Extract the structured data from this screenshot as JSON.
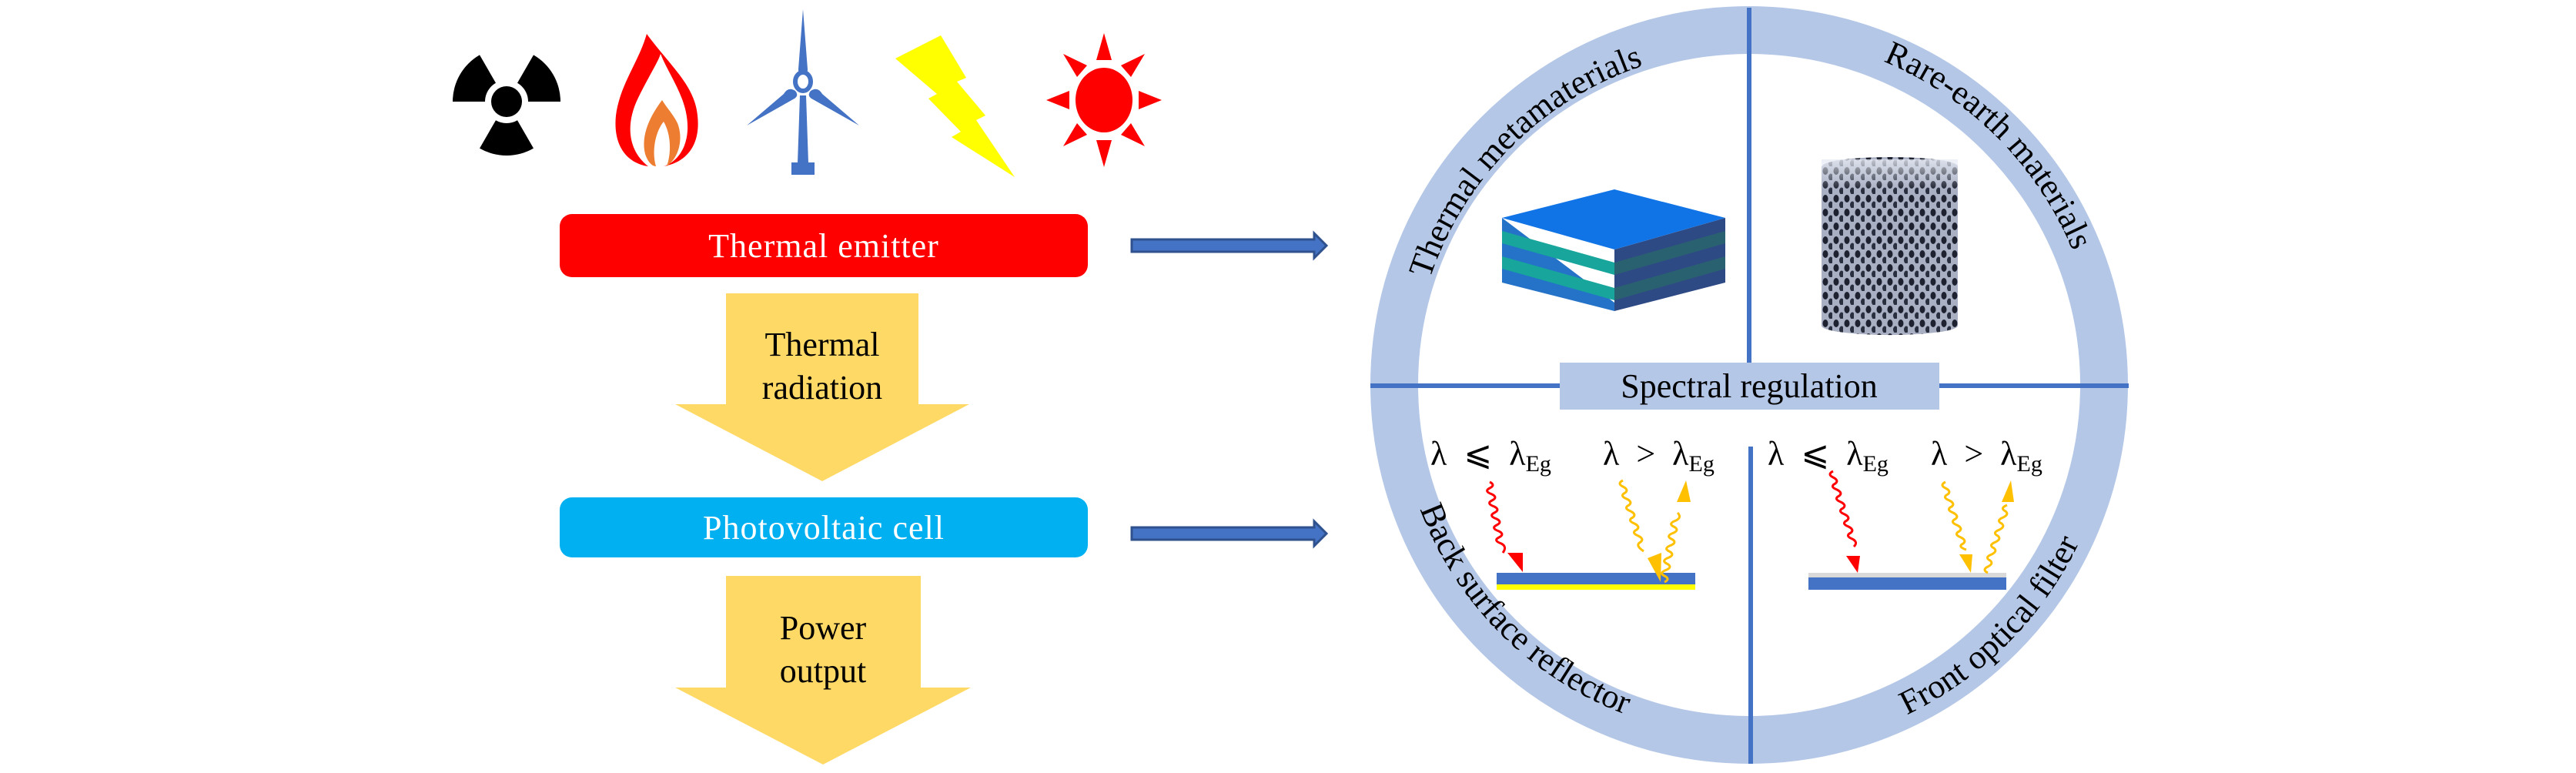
{
  "energy_sources": [
    {
      "name": "nuclear",
      "icon": "radiation-icon",
      "color": "#000000"
    },
    {
      "name": "fire",
      "icon": "flame-icon",
      "color": "#ff0000",
      "inner_color": "#ed7d31"
    },
    {
      "name": "wind",
      "icon": "wind-turbine-icon",
      "color": "#4472c4"
    },
    {
      "name": "electricity",
      "icon": "lightning-icon",
      "color": "#ffff00"
    },
    {
      "name": "solar",
      "icon": "sun-icon",
      "color": "#ff0000"
    }
  ],
  "flow": {
    "emitter_label": "Thermal emitter",
    "emitter_color": "#ff0000",
    "arrow1_lines": [
      "Thermal",
      "radiation"
    ],
    "pv_label": "Photovoltaic cell",
    "pv_color": "#00b0f0",
    "arrow2_lines": [
      "Power",
      "output"
    ],
    "arrow_color": "#ffd966",
    "link_arrow_color": "#4472c4"
  },
  "circle": {
    "ring_color": "#b4c7e7",
    "divider_color": "#4472c4",
    "center_label": "Spectral regulation",
    "quadrants": {
      "top_left": "Thermal metamaterials",
      "top_right": "Rare-earth materials",
      "bottom_left": "Back surface reflector",
      "bottom_right": "Front optical filter"
    },
    "conditions": {
      "absorbed": {
        "lhs": "λ",
        "op": "⩽",
        "rhs": "λ",
        "sub": "Eg"
      },
      "reflected": {
        "lhs": "λ",
        "op": ">",
        "rhs": "λ",
        "sub": "Eg"
      }
    },
    "photon_colors": {
      "absorbed": "#ff0000",
      "reflected": "#ffc000"
    },
    "reflector_layer_color": "#ffff00",
    "filter_layer_color": "#d9d9d9",
    "cell_layer_color": "#4472c4"
  }
}
